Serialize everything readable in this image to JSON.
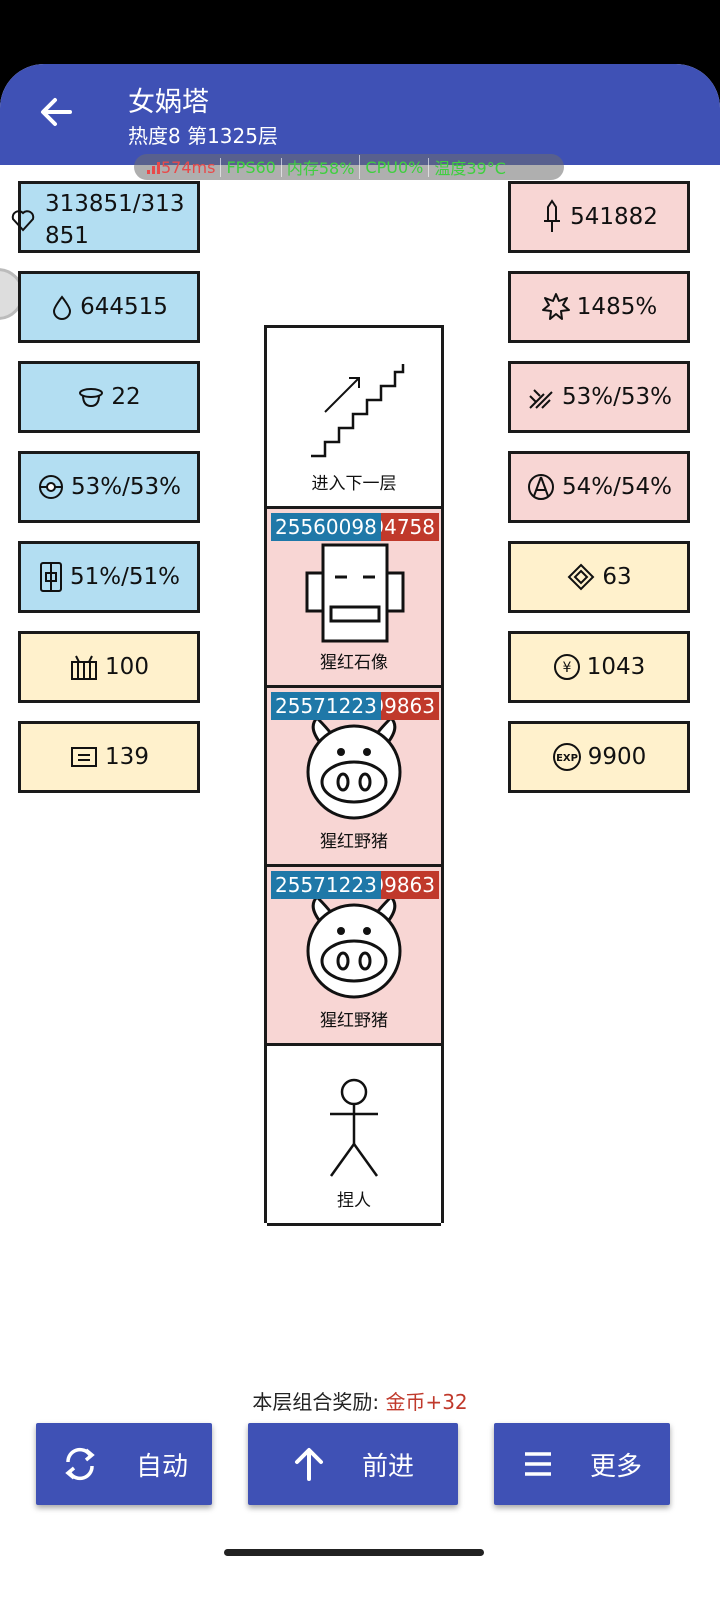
{
  "header": {
    "title": "女娲塔",
    "subtitle": "热度8 第1325层"
  },
  "perf": {
    "ping": "574ms",
    "fps": "FPS60",
    "memory": "内存58%",
    "cpu": "CPU0%",
    "temp": "温度39°C"
  },
  "left_stats": [
    {
      "icon": "heart-icon",
      "value": "313851/313851"
    },
    {
      "icon": "drop-icon",
      "value": "644515"
    },
    {
      "icon": "helmet-icon",
      "value": "22"
    },
    {
      "icon": "orb-icon",
      "value": "53%/53%"
    },
    {
      "icon": "shield-icon",
      "value": "51%/51%"
    },
    {
      "icon": "box-icon",
      "value": "100"
    },
    {
      "icon": "card-icon",
      "value": "139"
    }
  ],
  "right_stats": [
    {
      "icon": "sword-icon",
      "value": "541882"
    },
    {
      "icon": "burst-icon",
      "value": "1485%"
    },
    {
      "icon": "slash-icon",
      "value": "53%/53%"
    },
    {
      "icon": "pierce-icon",
      "value": "54%/54%"
    },
    {
      "icon": "gem-icon",
      "value": "63"
    },
    {
      "icon": "coin-icon",
      "value": "1043"
    },
    {
      "icon": "exp-icon",
      "value": "9900"
    }
  ],
  "tower": {
    "cells": [
      {
        "name": "进入下一层",
        "type": "stairs"
      },
      {
        "name": "猩红石像",
        "type": "enemy",
        "hp": "25560098",
        "atk": "94758"
      },
      {
        "name": "猩红野猪",
        "type": "enemy",
        "hp": "25571223",
        "atk": "99863"
      },
      {
        "name": "猩红野猪",
        "type": "enemy",
        "hp": "25571223",
        "atk": "99863"
      },
      {
        "name": "捏人",
        "type": "player"
      }
    ]
  },
  "reward": {
    "label": "本层组合奖励: ",
    "value": "金币+32"
  },
  "buttons": {
    "auto": "自动",
    "forward": "前进",
    "more": "更多"
  },
  "colors": {
    "appbar": "#3f51b5",
    "stat_blue": "#b3def2",
    "stat_pink": "#f8d6d4",
    "stat_cream": "#fff1cc",
    "hp_bar": "#1f78a8",
    "atk_bar": "#c0392b"
  }
}
